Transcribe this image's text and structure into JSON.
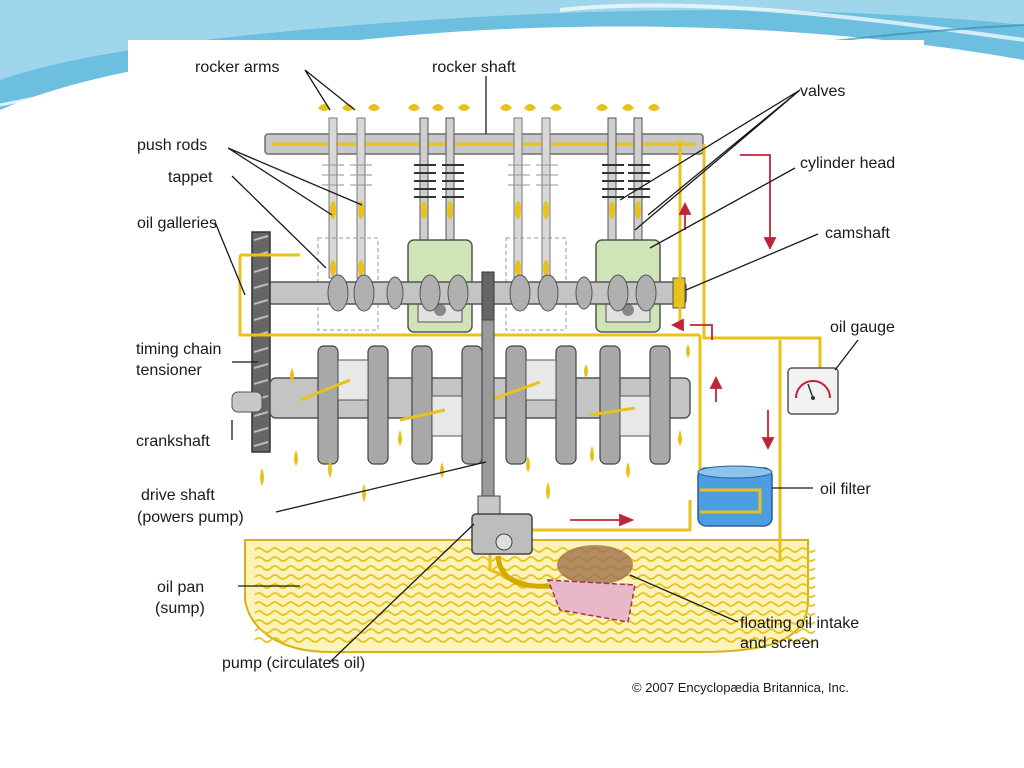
{
  "labels": {
    "rocker_arms": "rocker arms",
    "rocker_shaft": "rocker shaft",
    "valves": "valves",
    "push_rods": "push rods",
    "cylinder_head": "cylinder head",
    "tappet": "tappet",
    "oil_galleries": "oil galleries",
    "camshaft": "camshaft",
    "oil_gauge": "oil gauge",
    "timing_chain_tensioner_1": "timing chain",
    "timing_chain_tensioner_2": "tensioner",
    "crankshaft": "crankshaft",
    "oil_filter": "oil filter",
    "drive_shaft_1": "drive shaft",
    "drive_shaft_2": "(powers pump)",
    "oil_pan_1": "oil pan",
    "oil_pan_2": "(sump)",
    "floating_intake_1": "floating oil intake",
    "floating_intake_2": "and screen",
    "pump": "pump (circulates oil)"
  },
  "copyright": "© 2007 Encyclopædia Britannica, Inc.",
  "colors": {
    "oil": "#e8c21c",
    "oil_light": "#fbf3b8",
    "metal": "#b9b9b9",
    "metal_dark": "#6e6e6e",
    "arrow": "#c0243a",
    "banner": "#5fb6d8",
    "filter": "#3e8fd6",
    "cylinder": "#cfe5b8"
  }
}
